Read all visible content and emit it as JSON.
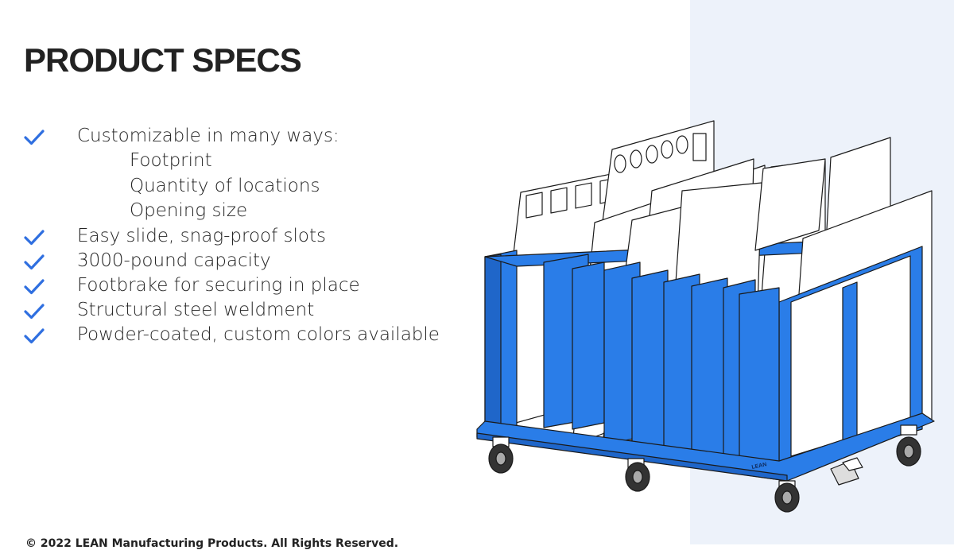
{
  "title": "PRODUCT SPECS",
  "specs": [
    {
      "text": "Customizable in many ways:",
      "subitems": [
        "Footprint",
        "Quantity of locations",
        "Opening size"
      ]
    },
    {
      "text": "Easy slide, snag-proof slots"
    },
    {
      "text": "3000-pound capacity"
    },
    {
      "text": "Footbrake for securing in place"
    },
    {
      "text": "Structural steel weldment"
    },
    {
      "text": "Powder-coated, custom colors available"
    }
  ],
  "footer": "© 2022 LEAN Manufacturing Products. All Rights Reserved.",
  "cart_label": "LEAN",
  "icons": {
    "check": "check-icon"
  },
  "colors": {
    "accent": "#2f6fe0",
    "frame": "#2a7de8",
    "panel_bg": "#edf2fa"
  }
}
